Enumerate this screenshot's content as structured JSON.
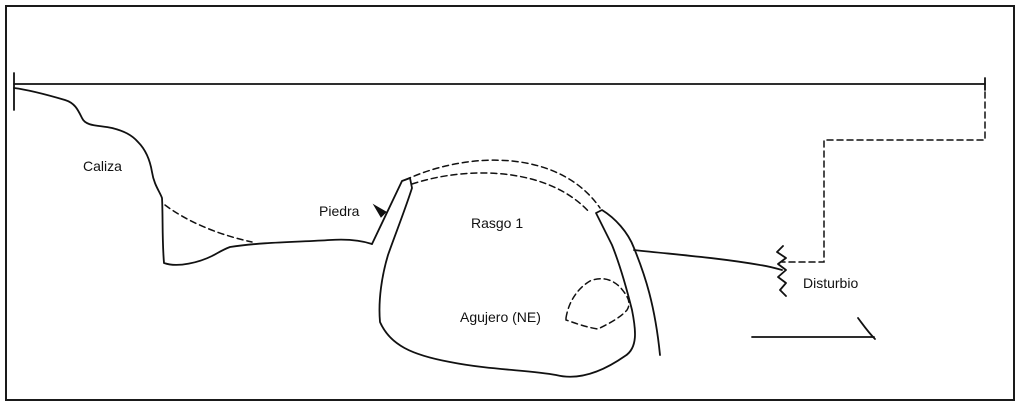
{
  "labels": {
    "caliza": "Caliza",
    "piedra": "Piedra",
    "rasgo": "Rasgo 1",
    "agujero": "Agujero (NE)",
    "disturbio": "Disturbio"
  },
  "colors": {
    "ink": "#111111",
    "paper": "#ffffff"
  }
}
